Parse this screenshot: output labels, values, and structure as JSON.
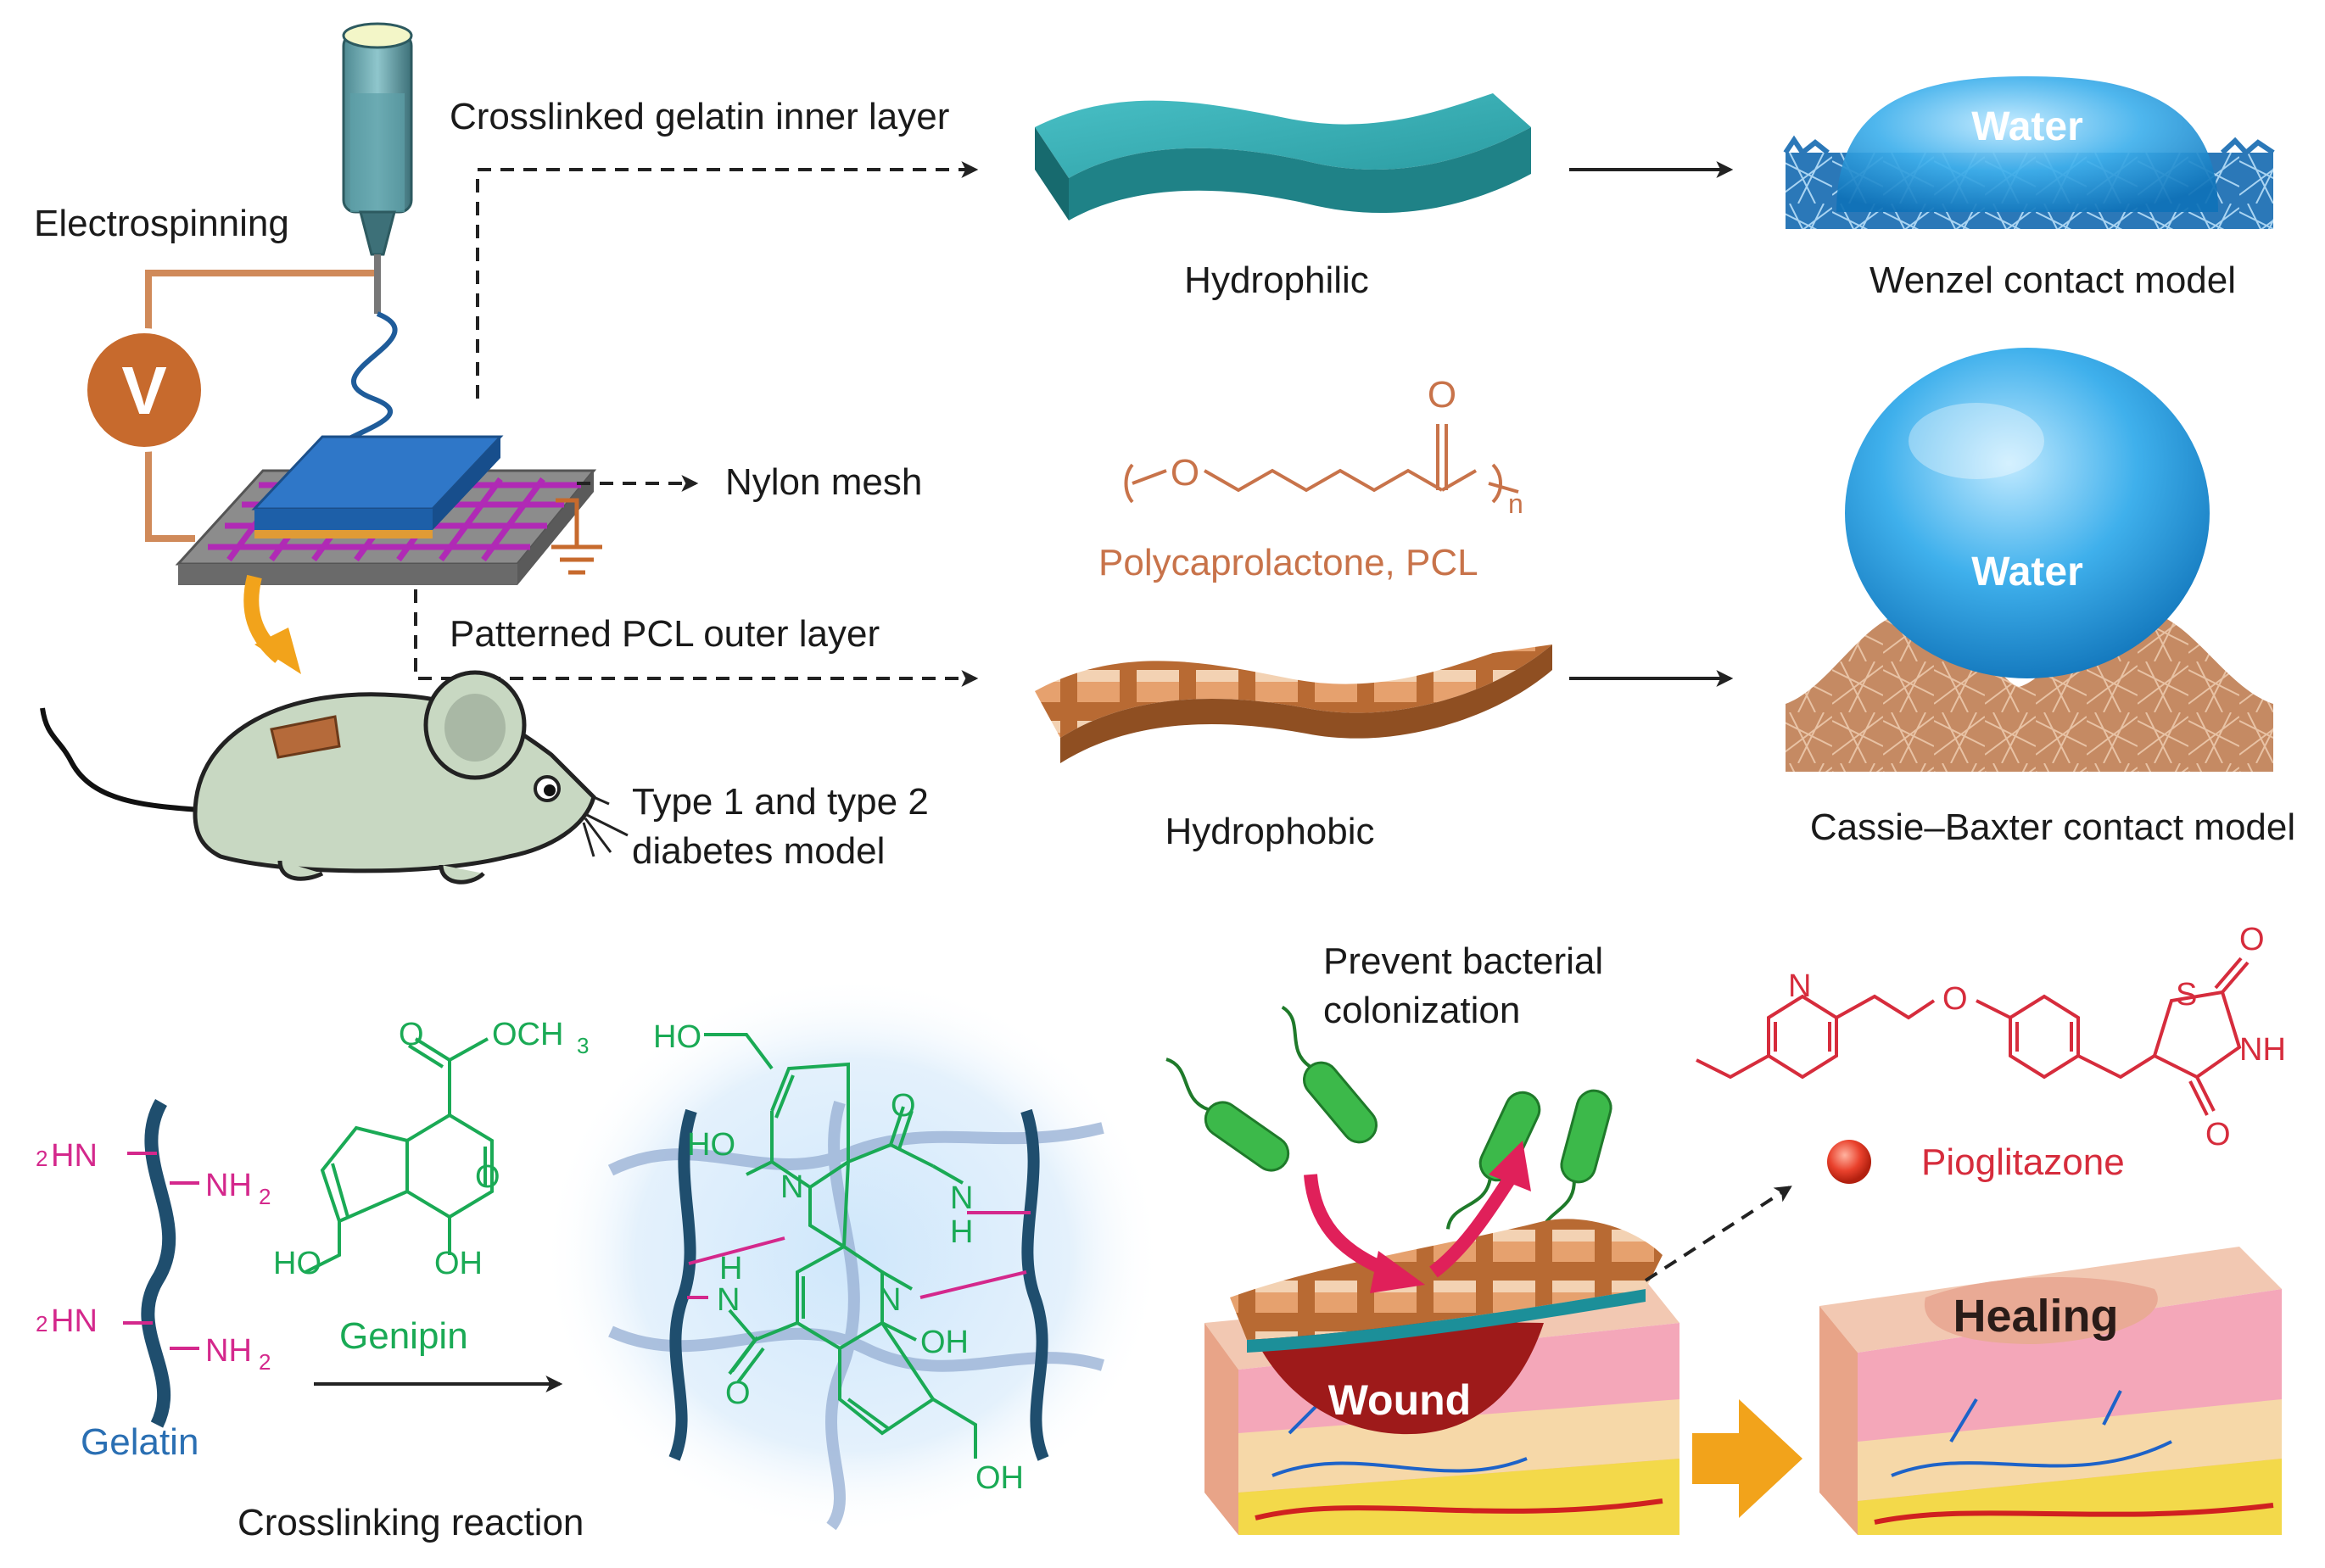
{
  "labels": {
    "electrospinning": "Electrospinning",
    "voltage": "V",
    "inner_layer": "Crosslinked gelatin inner layer",
    "nylon_mesh": "Nylon mesh",
    "outer_layer": "Patterned PCL outer layer",
    "mouse_line1": "Type 1 and type 2",
    "mouse_line2": "diabetes model",
    "hydrophilic": "Hydrophilic",
    "hydrophobic": "Hydrophobic",
    "wenzel": "Wenzel contact model",
    "cassie": "Cassie–Baxter contact model",
    "water_top": "Water",
    "water_bottom": "Water",
    "pcl_name": "Polycaprolactone, PCL",
    "pcl_o_ring": "O",
    "pcl_o_carbonyl": "O",
    "pcl_n": "n",
    "gelatin": "Gelatin",
    "genipin": "Genipin",
    "crosslinking": "Crosslinking reaction",
    "prevent_line1": "Prevent bacterial",
    "prevent_line2": "colonization",
    "pioglitazone": "Pioglitazone",
    "wound": "Wound",
    "healing": "Healing",
    "nh2_1": "NH",
    "nh2_2": "NH",
    "h2n_1": "HN",
    "h2n_2": "HN",
    "sub2": "2",
    "och3": "OCH",
    "sub3": "3",
    "ho": "HO",
    "oh": "OH",
    "o": "O",
    "n": "N",
    "h": "H",
    "s": "S",
    "nh": "NH"
  },
  "colors": {
    "gelatin_blue": "#2a6fb3",
    "pcl_orange": "#c8734a",
    "genipin_green": "#1aaa55",
    "amine_magenta": "#d4288c",
    "drug_red": "#d62c3c",
    "teal_layer": "#2fa3a8",
    "water_blue": "#2a9fe0",
    "fiber_brown": "#b87a54",
    "arrow_yellow": "#f2a31b"
  }
}
